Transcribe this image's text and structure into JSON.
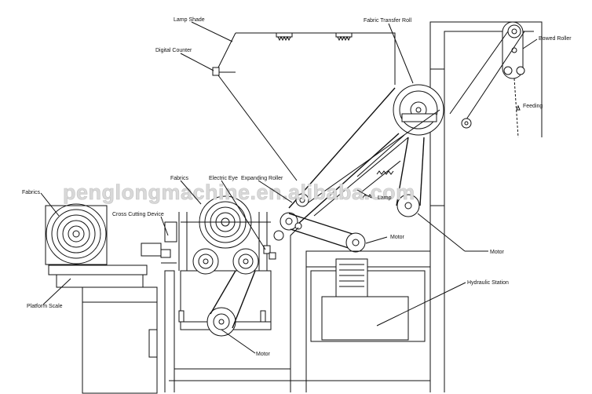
{
  "labels": {
    "lamp_shade": "Lamp Shade",
    "digital_counter": "Digital Counter",
    "fabric_transfer_roll": "Fabric Transfer Roll",
    "bowed_roller": "Bowed Roller",
    "feeding": "Feeding",
    "fabrics_left": "Fabrics",
    "fabrics_center": "Fabrics",
    "electric_eye": "Electric Eye",
    "expanding_roller": "Expanding Roller",
    "cross_cutting_device": "Cross Cutting Device",
    "lamp": "Lamp",
    "motor_center": "Motor",
    "motor_right": "Motor",
    "hydraulic_station": "Hydraulic Station",
    "platform_scale": "Platform Scale",
    "motor_bottom": "Motor"
  },
  "watermark": "penglongmachine.en.alibaba.com",
  "colors": {
    "line": "#111111",
    "background": "#ffffff",
    "watermark_fill": "#d9d9d9"
  }
}
